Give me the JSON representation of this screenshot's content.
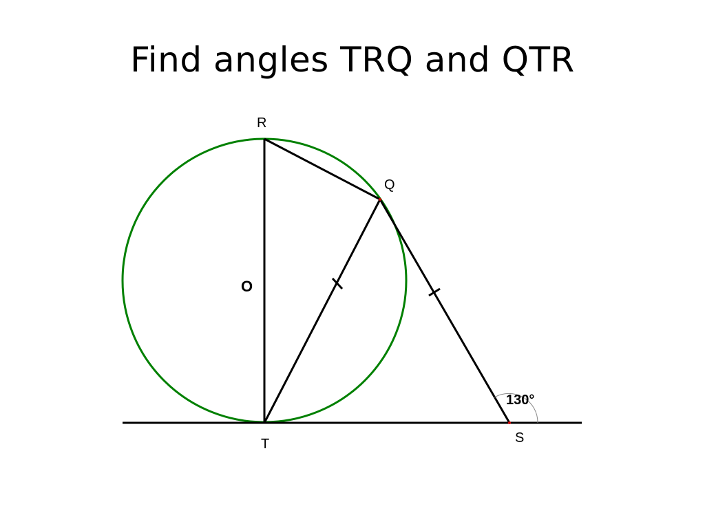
{
  "title": "Find angles TRQ and QTR",
  "points": {
    "R": "R",
    "Q": "Q",
    "O": "O",
    "T": "T",
    "S": "S"
  },
  "angle_label": "130°",
  "colors": {
    "circle": "#008000",
    "line": "#000000",
    "point": "#cc0000",
    "arc": "#888888"
  }
}
